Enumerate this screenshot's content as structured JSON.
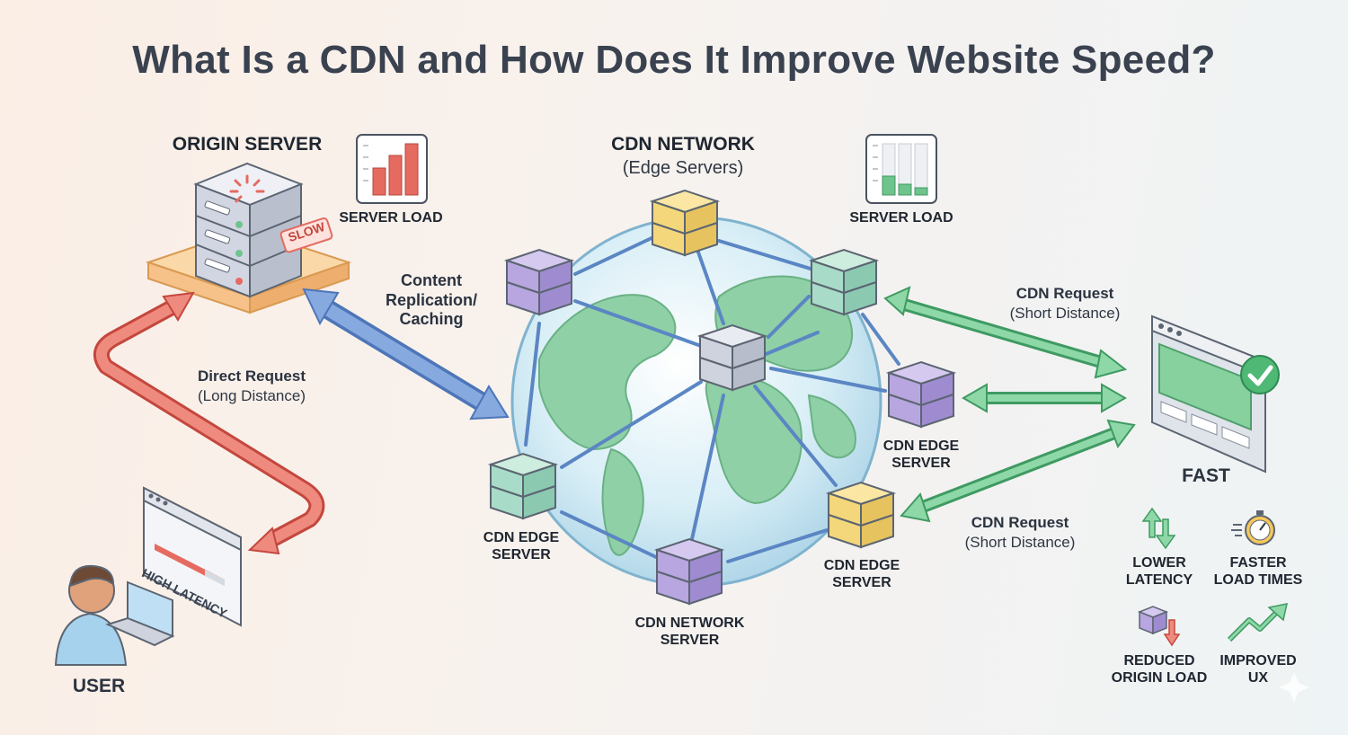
{
  "title": "What Is a CDN and How Does It Improve Website Speed?",
  "origin": {
    "heading": "ORIGIN SERVER",
    "badge": "SLOW",
    "load_label": "SERVER LOAD"
  },
  "cdn": {
    "heading": "CDN NETWORK",
    "subheading": "(Edge Servers)",
    "load_label": "SERVER LOAD"
  },
  "arrows": {
    "replication": [
      "Content",
      "Replication/",
      "Caching"
    ],
    "direct_title": "Direct Request",
    "direct_sub": "(Long Distance)",
    "cdn_req_top_title": "CDN Request",
    "cdn_req_top_sub": "(Short Distance)",
    "cdn_req_bottom_title": "CDN Request",
    "cdn_req_bottom_sub": "(Short Distance)"
  },
  "nodes": {
    "edge_right": [
      "CDN EDGE",
      "SERVER"
    ],
    "edge_left": [
      "CDN EDGE",
      "SERVER"
    ],
    "edge_bottom": [
      "CDN EDGE",
      "SERVER"
    ],
    "network_bottom": [
      "CDN NETWORK",
      "SERVER"
    ]
  },
  "user": {
    "label": "USER",
    "screen_text": "HIGH LATENCY"
  },
  "site": {
    "label": "FAST"
  },
  "benefits": [
    {
      "icon": "latency-arrows-icon",
      "lines": [
        "LOWER",
        "LATENCY"
      ]
    },
    {
      "icon": "stopwatch-icon",
      "lines": [
        "FASTER",
        "LOAD TIMES"
      ]
    },
    {
      "icon": "origin-load-icon",
      "lines": [
        "REDUCED",
        "ORIGIN LOAD"
      ]
    },
    {
      "icon": "trend-up-icon",
      "lines": [
        "IMPROVED",
        "UX"
      ]
    }
  ],
  "colors": {
    "red": "#e56b60",
    "blue": "#6f97d6",
    "green": "#6fc48e",
    "purple": "#b7a6df",
    "yellow": "#f3d77a",
    "teal": "#a8dcc8",
    "orange": "#f6c28a"
  }
}
